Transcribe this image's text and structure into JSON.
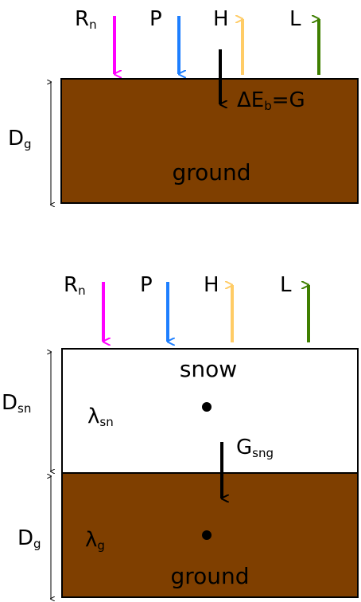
{
  "colors": {
    "ground": "#7f3f00",
    "snow": "#ffffff",
    "outline": "#000000",
    "rn": "#ff00ff",
    "p": "#1e7fff",
    "h": "#ffcc66",
    "l": "#3f7f00"
  },
  "top_panel": {
    "flux_labels": {
      "rn": {
        "main": "R",
        "sub": "n"
      },
      "p": "P",
      "h": "H",
      "l": "L"
    },
    "storage_label": {
      "prefix": "ΔE",
      "sub": "b",
      "suffix": "=G"
    },
    "depth_label": {
      "main": "D",
      "sub": "g"
    },
    "layer_label": "ground"
  },
  "bottom_panel": {
    "flux_labels": {
      "rn": {
        "main": "R",
        "sub": "n"
      },
      "p": "P",
      "h": "H",
      "l": "L"
    },
    "snow_label": "snow",
    "ground_label": "ground",
    "snow_depth": {
      "main": "D",
      "sub": "sn"
    },
    "ground_depth": {
      "main": "D",
      "sub": "g"
    },
    "snow_conductivity": {
      "main": "λ",
      "sub": "sn"
    },
    "ground_conductivity": {
      "main": "λ",
      "sub": "g"
    },
    "interface_flux": {
      "main": "G",
      "sub": "sng"
    }
  }
}
